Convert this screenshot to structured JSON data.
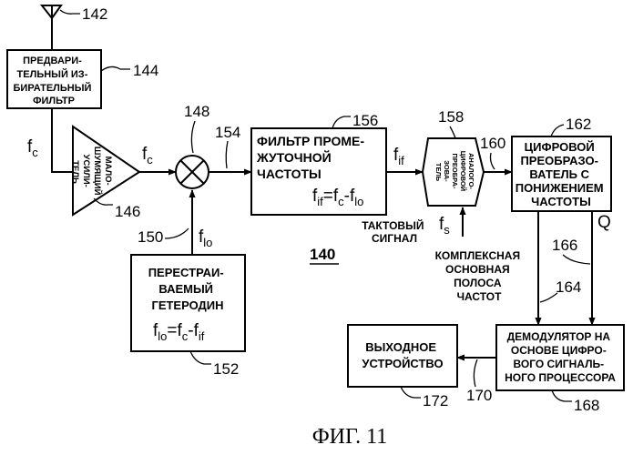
{
  "refs": {
    "antenna": "142",
    "preselector": "144",
    "lna": "146",
    "mixer": "148",
    "lo_line": "150",
    "lo": "152",
    "mixer_out": "154",
    "if_filter": "156",
    "adc": "158",
    "adc_out": "160",
    "ddc": "162",
    "i_line": "164",
    "q_line": "166",
    "dsp": "168",
    "out_line": "170",
    "output": "172",
    "system": "140"
  },
  "blocks": {
    "preselector": [
      "ПРЕДВАРИ-",
      "ТЕЛЬНЫЙ ИЗ-",
      "БИРАТЕЛЬНЫЙ",
      "ФИЛЬТР"
    ],
    "lna": [
      "МАЛО-",
      "ШУМЯЩИЙ",
      "УСИЛИ-",
      "ТЕЛЬ"
    ],
    "if_filter": [
      "ФИЛЬТР ПРОМЕ-",
      "ЖУТОЧНОЙ",
      "ЧАСТОТЫ"
    ],
    "adc": [
      "АНАЛОГО-",
      "ЦИФРОВОЙ",
      "ПРЕОБРА-",
      "ЗОВА-",
      "ТЕЛЬ"
    ],
    "ddc": [
      "ЦИФРОВОЙ",
      "ПРЕОБРАЗО-",
      "ВАТЕЛЬ С",
      "ПОНИЖЕНИЕМ",
      "ЧАСТОТЫ"
    ],
    "lo": [
      "ПЕРЕСТРАИ-",
      "ВАЕМЫЙ",
      "ГЕТЕРОДИН"
    ],
    "dsp": [
      "ДЕМОДУЛЯТОР НА",
      "ОСНОВЕ ЦИФРО-",
      "ВОГО СИГНАЛЬ-",
      "НОГО ПРОЦЕССОРА"
    ],
    "output": [
      "ВЫХОДНОЕ",
      "УСТРОЙСТВО"
    ]
  },
  "signals": {
    "f": "f",
    "c": "c",
    "if": "if",
    "lo": "lo",
    "s": "s",
    "eq": "=",
    "minus": "-",
    "q": "Q"
  },
  "labels": {
    "clock": [
      "ТАКТОВЫЙ",
      "СИГНАЛ"
    ],
    "baseband": [
      "КОМПЛЕКСНАЯ",
      "ОСНОВНАЯ",
      "ПОЛОСА",
      "ЧАСТОТ"
    ]
  },
  "caption": "ФИГ. 11"
}
